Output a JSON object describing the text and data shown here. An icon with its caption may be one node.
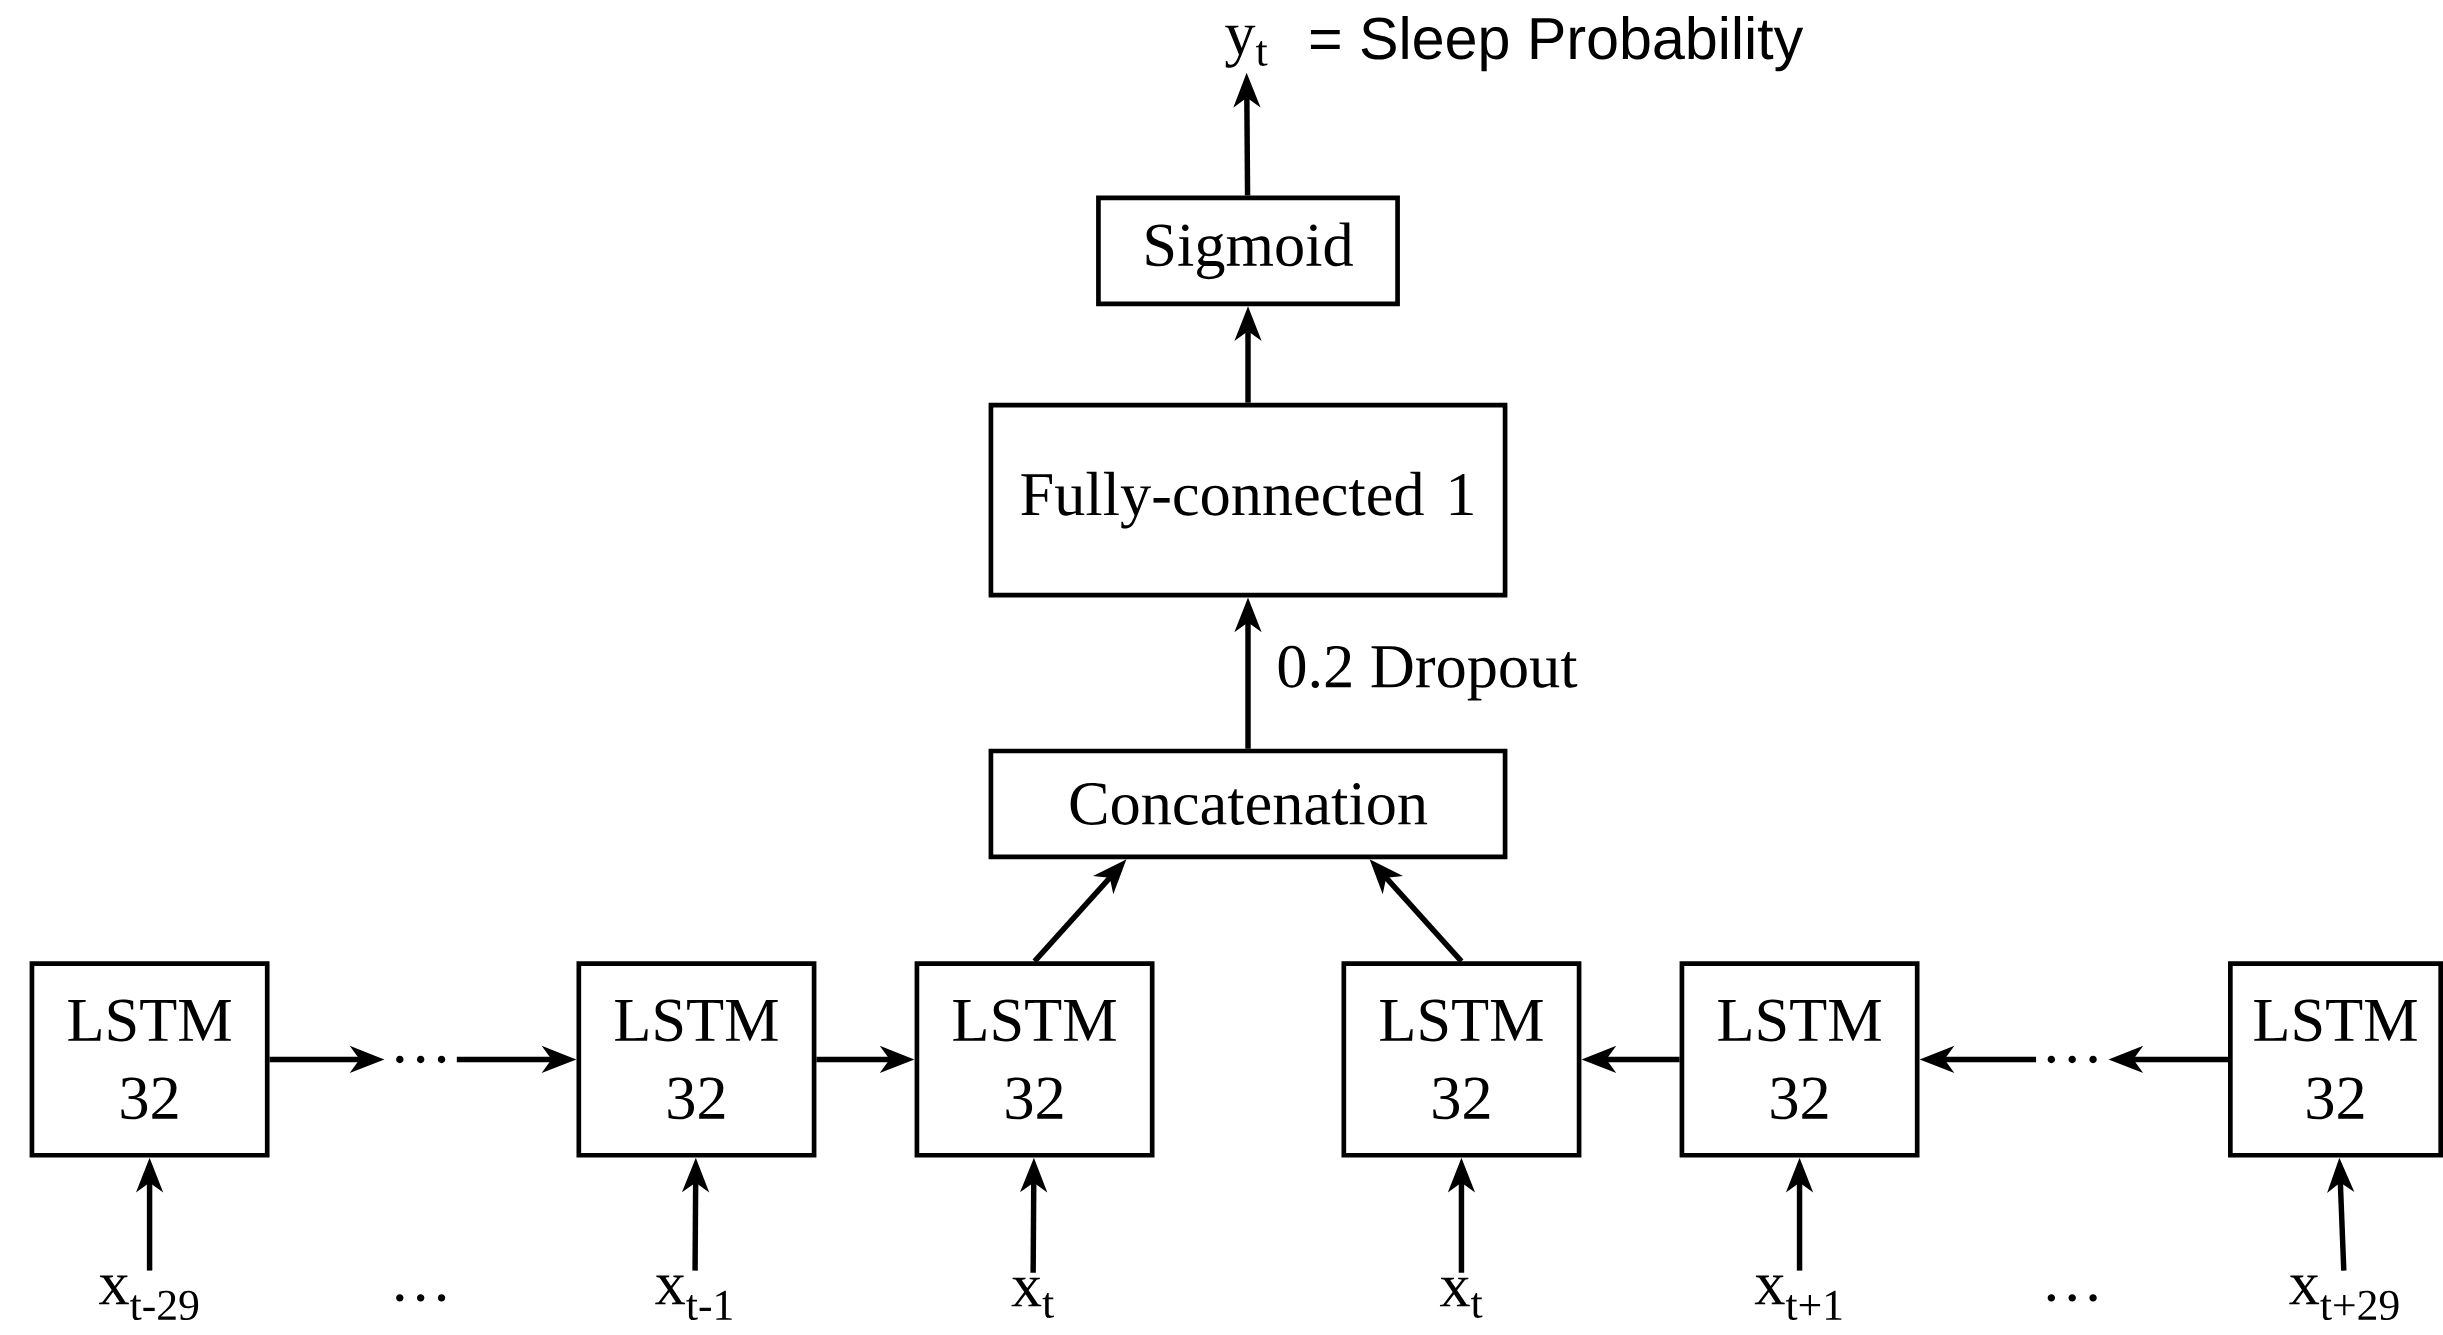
{
  "diagram": {
    "nodes": [
      {
        "text": [
          "y$_{t}$"
        ],
        "beside": [
          "= Sleep Probability"
        ]
      },
      {
        "text": [
          "Sigmoid"
        ]
      },
      {
        "text": [
          "Fully-connected 1"
        ]
      },
      {
        "text": [
          "Concatenation"
        ]
      },
      {
        "text": [
          "LSTM 32"
        ]
      },
      {
        "text": [
          "…"
        ]
      },
      {
        "text": [
          "LSTM 32"
        ]
      },
      {
        "text": [
          "LSTM 32"
        ]
      },
      {
        "text": [
          "LSTM 32"
        ]
      },
      {
        "text": [
          "LSTM 32"
        ]
      },
      {
        "text": [
          "…"
        ]
      },
      {
        "text": [
          "LSTM 32"
        ]
      },
      {
        "text": [
          "x$_{t-29}$"
        ]
      },
      {
        "text": [
          "x$_{t-1}$"
        ]
      },
      {
        "text": [
          "x$_{t}$"
        ]
      },
      {
        "text": [
          "x$_{t}$"
        ]
      },
      {
        "text": [
          "x$_{t+1}$"
        ]
      },
      {
        "text": [
          "x$_{t+29}$"
        ]
      }
    ],
    "edges": [
      {
        "from": 1,
        "to": 0,
        "arrow": "to"
      },
      {
        "from": 2,
        "to": 1,
        "arrow": "to"
      },
      {
        "from": 3,
        "to": 2,
        "arrow": "to",
        "label": "0.2 Dropout"
      },
      {
        "from": 7,
        "to": 3,
        "arrow": "to"
      },
      {
        "from": 8,
        "to": 3,
        "arrow": "to"
      },
      {
        "from": 4,
        "to": 5,
        "arrow": "to"
      },
      {
        "from": 5,
        "to": 6,
        "arrow": "to"
      },
      {
        "from": 6,
        "to": 7,
        "arrow": "to"
      },
      {
        "from": 9,
        "to": 8,
        "arrow": "to"
      },
      {
        "from": 10,
        "to": 9,
        "arrow": "to"
      },
      {
        "from": 11,
        "to": 10,
        "arrow": "to"
      },
      {
        "from": 12,
        "to": 4,
        "arrow": "to"
      },
      {
        "from": 13,
        "to": 6,
        "arrow": "to"
      },
      {
        "from": 14,
        "to": 7,
        "arrow": "to"
      },
      {
        "from": 15,
        "to": 8,
        "arrow": "to"
      },
      {
        "from": 16,
        "to": 9,
        "arrow": "to"
      },
      {
        "from": 17,
        "to": 11,
        "arrow": "to"
      }
    ],
    "labels": [
      "…",
      "…"
    ]
  }
}
